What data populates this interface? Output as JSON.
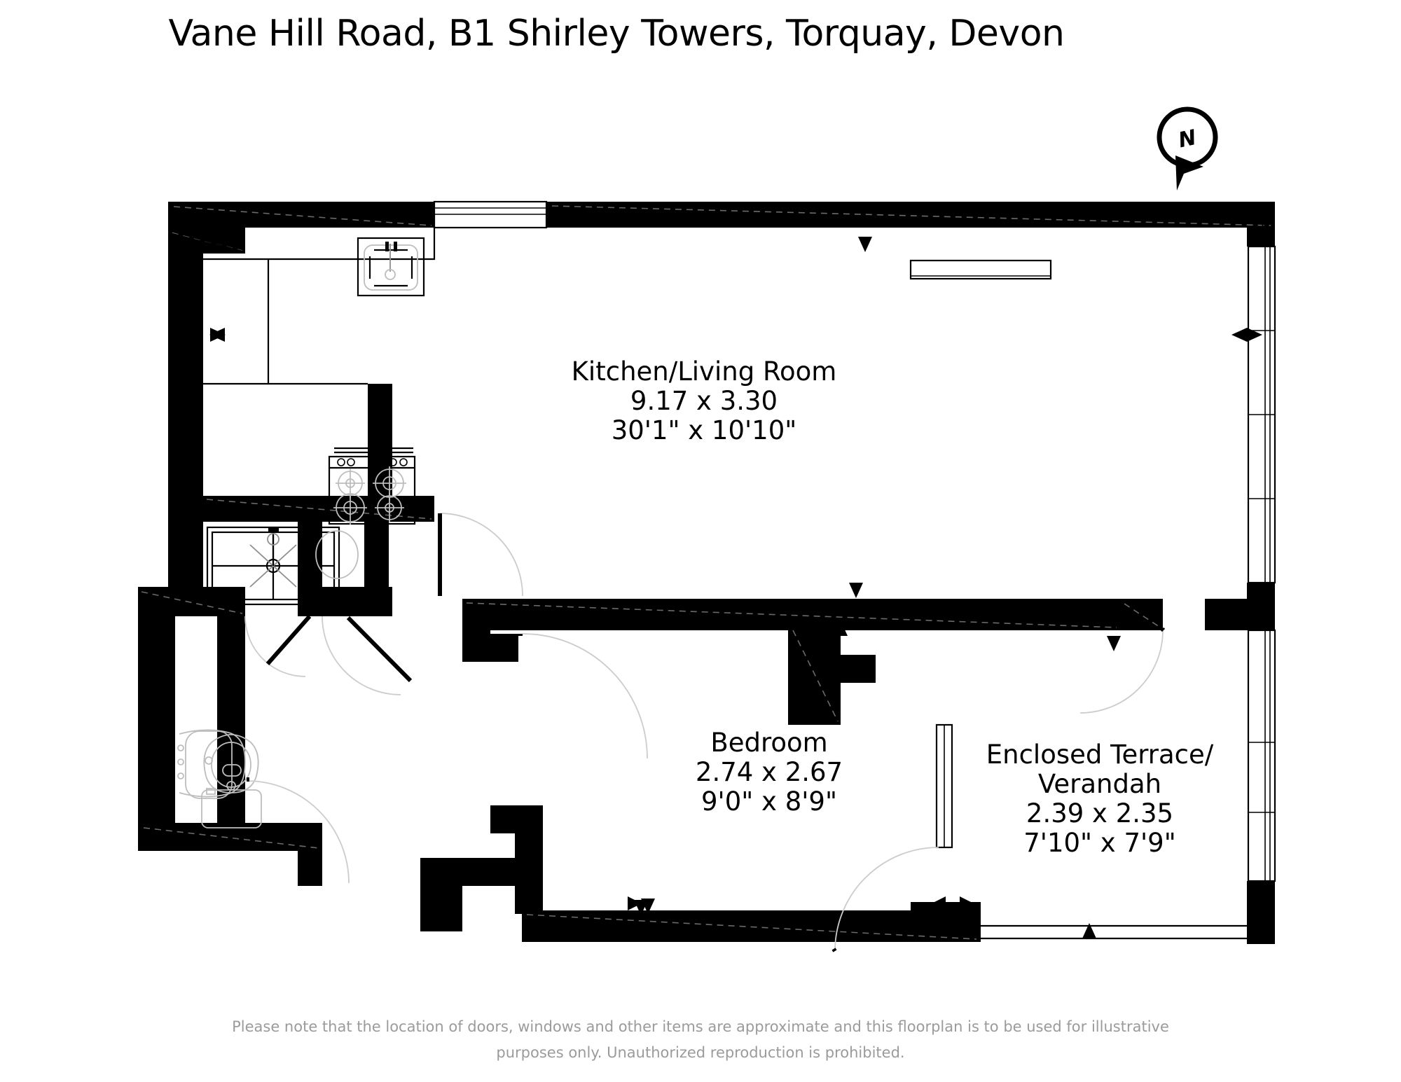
{
  "document": {
    "type": "floorplan",
    "title": "Vane Hill Road, B1 Shirley Towers, Torquay, Devon"
  },
  "compass": {
    "name": "north-compass",
    "label": "N"
  },
  "rooms": [
    {
      "id": "kitchen-living-room",
      "name": "Kitchen/Living Room",
      "metric": "9.17 x 3.30",
      "imperial": "30'1\" x 10'10\""
    },
    {
      "id": "bedroom",
      "name": "Bedroom",
      "metric": "2.74 x 2.67",
      "imperial": "9'0\" x 8'9\""
    },
    {
      "id": "enclosed-terrace",
      "name_line1": "Enclosed Terrace/",
      "name_line2": "Verandah",
      "metric": "2.39 x 2.35",
      "imperial": "7'10\" x 7'9\""
    }
  ],
  "fixtures": [
    {
      "name": "kitchen-sink",
      "label": "sink"
    },
    {
      "name": "kitchen-hob",
      "label": "hob"
    },
    {
      "name": "shower-tray",
      "label": "shower"
    },
    {
      "name": "wash-basin",
      "label": "basin"
    },
    {
      "name": "wc-toilet",
      "label": "wc"
    }
  ],
  "footer": {
    "line1": "Please note that the location of doors, windows and other items are approximate and this floorplan is to be used for illustrative",
    "line2": "purposes only. Unauthorized reproduction is prohibited."
  },
  "colors": {
    "wall": "#000000",
    "fixture_outline": "#bdbdbd",
    "door_swing": "#cccccc",
    "footer_text": "#9b9b9b",
    "background": "#ffffff"
  }
}
